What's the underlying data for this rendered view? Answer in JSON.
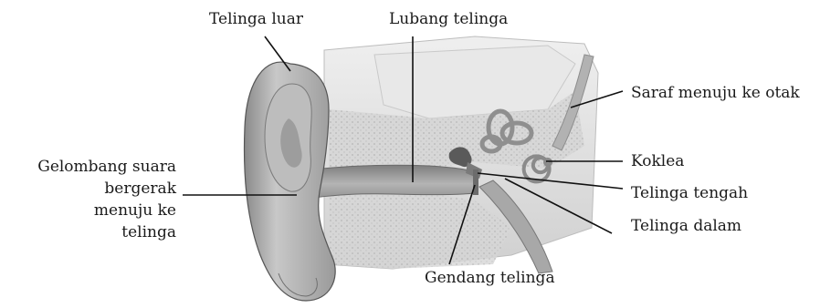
{
  "labels": {
    "outer_ear": "Telinga luar",
    "ear_canal": "Lubang telinga",
    "nerve_to_brain": "Saraf menuju ke otak",
    "cochlea": "Koklea",
    "middle_ear": "Telinga tengah",
    "inner_ear": "Telinga dalam",
    "eardrum": "Gendang telinga",
    "sound_waves": [
      "Gelombang suara",
      "bergerak",
      "menuju ke",
      "telinga"
    ]
  },
  "colors": {
    "background": "#ffffff",
    "text": "#1a1a1a",
    "leader_line": "#111111",
    "skin_light": "#e2e2e2",
    "skin_mid": "#b9b9b9",
    "skin_dark": "#7c7c7c",
    "bone": "#cfcfcf",
    "canal": "#9a9a9a"
  }
}
